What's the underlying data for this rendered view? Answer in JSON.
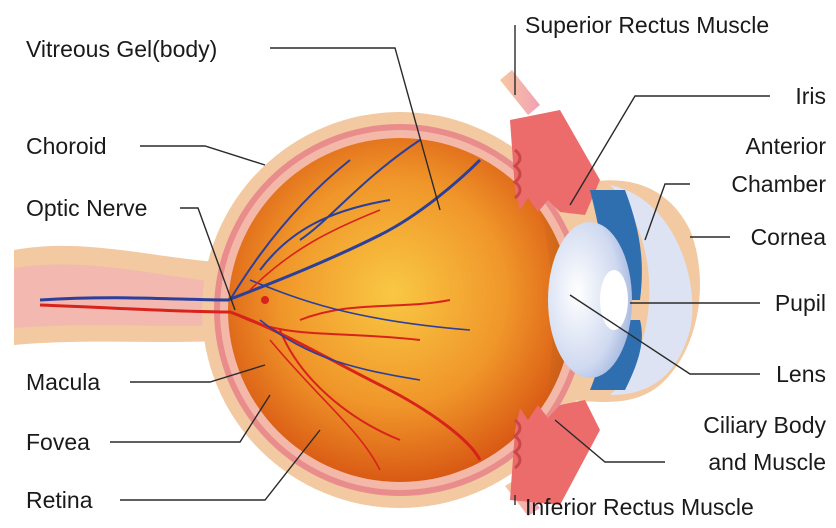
{
  "labels": {
    "vitreous": "Vitreous Gel(body)",
    "choroid": "Choroid",
    "optic_nerve": "Optic Nerve",
    "macula": "Macula",
    "fovea": "Fovea",
    "retina": "Retina",
    "superior_rectus": "Superior Rectus Muscle",
    "iris": "Iris",
    "anterior_chamber_1": "Anterior",
    "anterior_chamber_2": "Chamber",
    "cornea": "Cornea",
    "pupil": "Pupil",
    "lens": "Lens",
    "ciliary_1": "Ciliary Body",
    "ciliary_2": "and Muscle",
    "inferior_rectus": "Inferior Rectus Muscle"
  },
  "colors": {
    "sclera": "#f2c9a0",
    "choroid_band": "#e98c8c",
    "vitreous_inner": "#f6b233",
    "vitreous_outer": "#d4500e",
    "ciliary": "#ec6b6b",
    "iris": "#2f6fb0",
    "cornea": "#dde3f3",
    "artery": "#d8231c",
    "vein": "#2b3f9b",
    "leader_line": "#2a2a2a"
  }
}
